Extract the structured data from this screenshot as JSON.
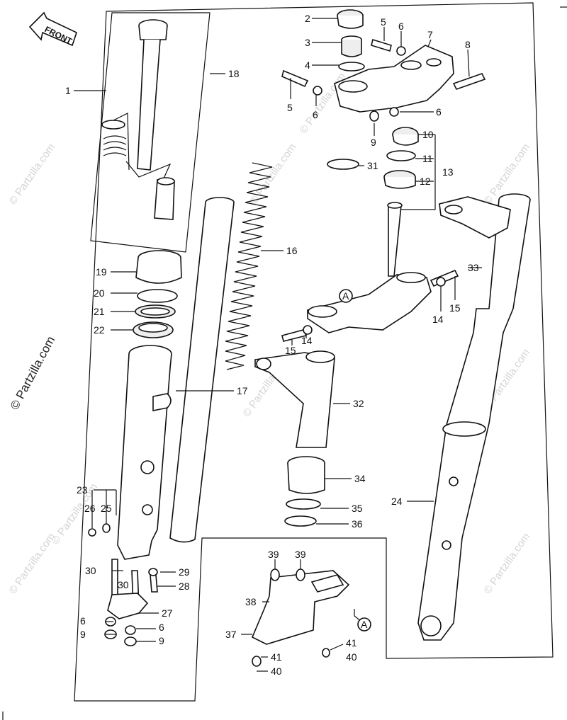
{
  "diagram": {
    "front_label": "FRONT",
    "copyright": "© Partzilla.com",
    "watermark": "© Partzilla.com",
    "callouts": [
      {
        "id": "c1",
        "text": "1"
      },
      {
        "id": "c2",
        "text": "2"
      },
      {
        "id": "c3",
        "text": "3"
      },
      {
        "id": "c4",
        "text": "4"
      },
      {
        "id": "c5a",
        "text": "5"
      },
      {
        "id": "c5b",
        "text": "5"
      },
      {
        "id": "c6a",
        "text": "6"
      },
      {
        "id": "c6b",
        "text": "6"
      },
      {
        "id": "c6c",
        "text": "6"
      },
      {
        "id": "c6d",
        "text": "6"
      },
      {
        "id": "c6e",
        "text": "6"
      },
      {
        "id": "c7",
        "text": "7"
      },
      {
        "id": "c8",
        "text": "8"
      },
      {
        "id": "c9a",
        "text": "9"
      },
      {
        "id": "c9b",
        "text": "9"
      },
      {
        "id": "c9c",
        "text": "9"
      },
      {
        "id": "c10",
        "text": "10"
      },
      {
        "id": "c11",
        "text": "11"
      },
      {
        "id": "c12",
        "text": "12"
      },
      {
        "id": "c13",
        "text": "13"
      },
      {
        "id": "c14a",
        "text": "14"
      },
      {
        "id": "c14b",
        "text": "14"
      },
      {
        "id": "c15a",
        "text": "15"
      },
      {
        "id": "c15b",
        "text": "15"
      },
      {
        "id": "c16",
        "text": "16"
      },
      {
        "id": "c17",
        "text": "17"
      },
      {
        "id": "c18",
        "text": "18"
      },
      {
        "id": "c19",
        "text": "19"
      },
      {
        "id": "c20",
        "text": "20"
      },
      {
        "id": "c21",
        "text": "21"
      },
      {
        "id": "c22",
        "text": "22"
      },
      {
        "id": "c23",
        "text": "23"
      },
      {
        "id": "c24",
        "text": "24"
      },
      {
        "id": "c25",
        "text": "25"
      },
      {
        "id": "c26",
        "text": "26"
      },
      {
        "id": "c27",
        "text": "27"
      },
      {
        "id": "c28",
        "text": "28"
      },
      {
        "id": "c29",
        "text": "29"
      },
      {
        "id": "c30a",
        "text": "30"
      },
      {
        "id": "c30b",
        "text": "30"
      },
      {
        "id": "c31",
        "text": "31"
      },
      {
        "id": "c32",
        "text": "32"
      },
      {
        "id": "c33",
        "text": "33"
      },
      {
        "id": "c34",
        "text": "34"
      },
      {
        "id": "c35",
        "text": "35"
      },
      {
        "id": "c36",
        "text": "36"
      },
      {
        "id": "c37",
        "text": "37"
      },
      {
        "id": "c38",
        "text": "38"
      },
      {
        "id": "c39a",
        "text": "39"
      },
      {
        "id": "c39b",
        "text": "39"
      },
      {
        "id": "c40a",
        "text": "40"
      },
      {
        "id": "c40b",
        "text": "40"
      },
      {
        "id": "c41a",
        "text": "41"
      },
      {
        "id": "c41b",
        "text": "41"
      },
      {
        "id": "cA1",
        "text": "A"
      },
      {
        "id": "cA2",
        "text": "A"
      }
    ]
  }
}
